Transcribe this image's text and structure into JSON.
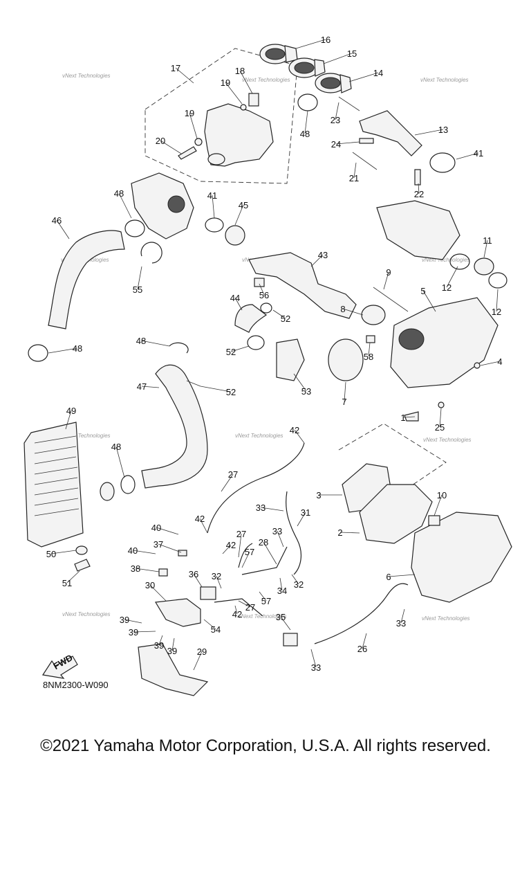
{
  "diagram": {
    "code": "8NM2300-W090",
    "fwd_label": "FWD",
    "watermark": "vNext Technologies",
    "callouts": [
      "1",
      "2",
      "3",
      "4",
      "5",
      "6",
      "7",
      "8",
      "9",
      "10",
      "11",
      "12",
      "12",
      "13",
      "14",
      "15",
      "16",
      "17",
      "18",
      "19",
      "19",
      "20",
      "21",
      "22",
      "23",
      "24",
      "25",
      "26",
      "27",
      "27",
      "27",
      "28",
      "29",
      "30",
      "31",
      "32",
      "32",
      "33",
      "33",
      "33",
      "33",
      "34",
      "35",
      "36",
      "37",
      "38",
      "39",
      "39",
      "39",
      "39",
      "40",
      "40",
      "41",
      "41",
      "42",
      "42",
      "42",
      "42",
      "43",
      "44",
      "45",
      "46",
      "47",
      "48",
      "48",
      "48",
      "48",
      "48",
      "49",
      "50",
      "51",
      "52",
      "52",
      "52",
      "53",
      "54",
      "55",
      "56",
      "57",
      "57",
      "58"
    ]
  },
  "copyright": "©2021 Yamaha Motor Corporation, U.S.A. All rights reserved."
}
